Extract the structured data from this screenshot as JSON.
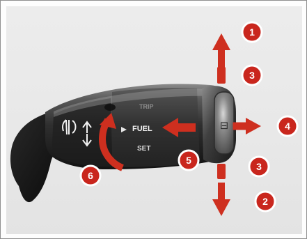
{
  "lever": {
    "labels": {
      "trip": "TRIP",
      "fuel": "FUEL",
      "set": "SET",
      "end_button_symbol": "⊟"
    },
    "callouts": [
      {
        "id": "1",
        "text": "1"
      },
      {
        "id": "2",
        "text": "2"
      },
      {
        "id": "3a",
        "text": "3"
      },
      {
        "id": "3b",
        "text": "3"
      },
      {
        "id": "4",
        "text": "4"
      },
      {
        "id": "5",
        "text": "5"
      },
      {
        "id": "6",
        "text": "6"
      }
    ]
  },
  "colors": {
    "accent": "#ce2f1f",
    "callout_fill": "#c9261d",
    "lever_body": "#262626",
    "lever_mid": "#4c4c4c",
    "lever_highlight": "#858585",
    "text": "#ffffff",
    "background": "#e8e8e8"
  },
  "icons": {
    "light_indicator": "headlight-icon",
    "arrow_up": "arrow-up-icon",
    "arrow_down": "arrow-down-icon",
    "arrow_right": "arrow-right-icon",
    "arrow_left": "arrow-left-icon",
    "arrow_curve": "curved-arrow-icon"
  }
}
